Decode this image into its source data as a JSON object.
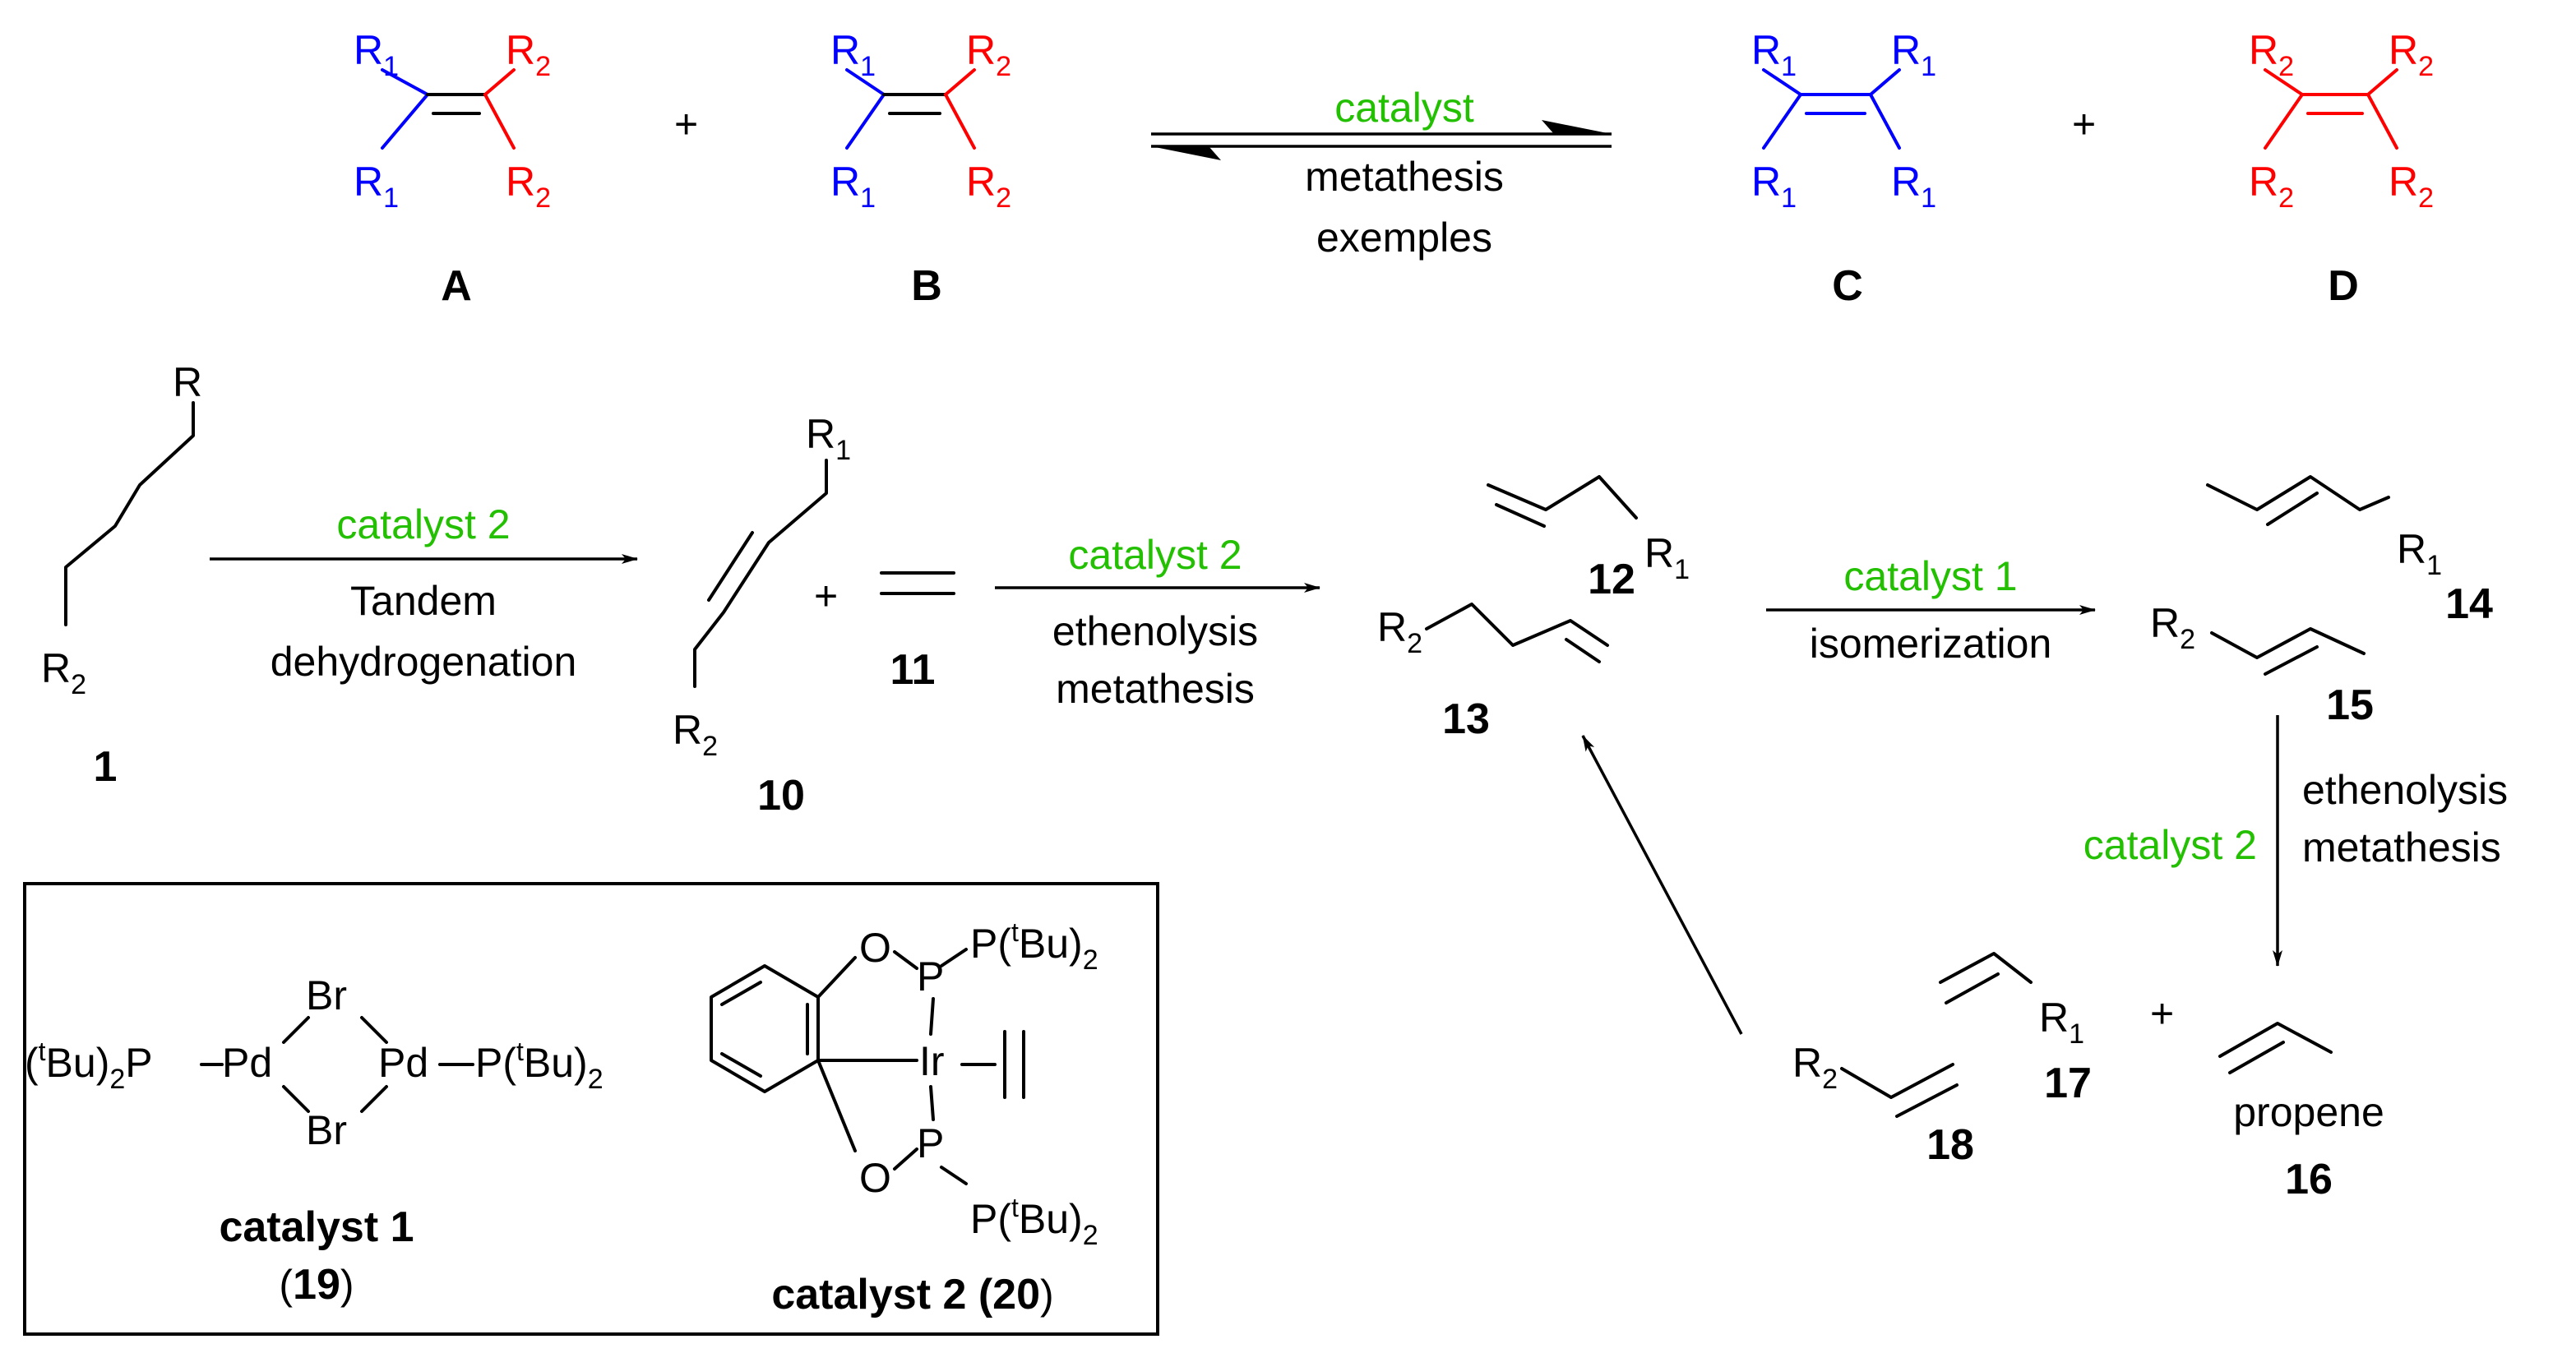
{
  "colors": {
    "blue": "#0000ff",
    "red": "#ff0000",
    "green": "#22c000",
    "black": "#000000"
  },
  "labels": {
    "A": "A",
    "B": "B",
    "C": "C",
    "D": "D",
    "c1": "1",
    "c10": "10",
    "c11": "11",
    "c12": "12",
    "c13": "13",
    "c14": "14",
    "c15": "15",
    "c16": "16",
    "c17": "17",
    "c18": "18"
  },
  "groups": {
    "R": "R",
    "R1": "R",
    "R2": "R",
    "sub1": "1",
    "sub2": "2",
    "plus": "+",
    "propene": "propene",
    "PtBu2_left_open": "(",
    "tBu_t": "t",
    "Bu": "Bu)",
    "P": "P",
    "Pd": "Pd",
    "Br": "Br",
    "O": "O",
    "Ir": "Ir",
    "PtBu2_right": "P(",
    "Bu_close": "Bu)"
  },
  "reactions": {
    "top": {
      "above": "catalyst",
      "below1": "metathesis",
      "below2": "exemples"
    },
    "r1": {
      "above": "catalyst 2",
      "below1": "Tandem",
      "below2": "dehydrogenation"
    },
    "r2": {
      "above": "catalyst 2",
      "below1": "ethenolysis",
      "below2": "metathesis"
    },
    "r3": {
      "above": "catalyst 1",
      "below1": "isomerization"
    },
    "r4": {
      "side": "catalyst 2",
      "right1": "ethenolysis",
      "right2": "metathesis"
    }
  },
  "catalysts": {
    "cat1_name": "catalyst 1",
    "cat1_num_open": "(",
    "cat1_num": "19",
    "cat1_num_close": ")",
    "cat2_name": "catalyst 2 (",
    "cat2_num": "20",
    "cat2_close": ")"
  }
}
